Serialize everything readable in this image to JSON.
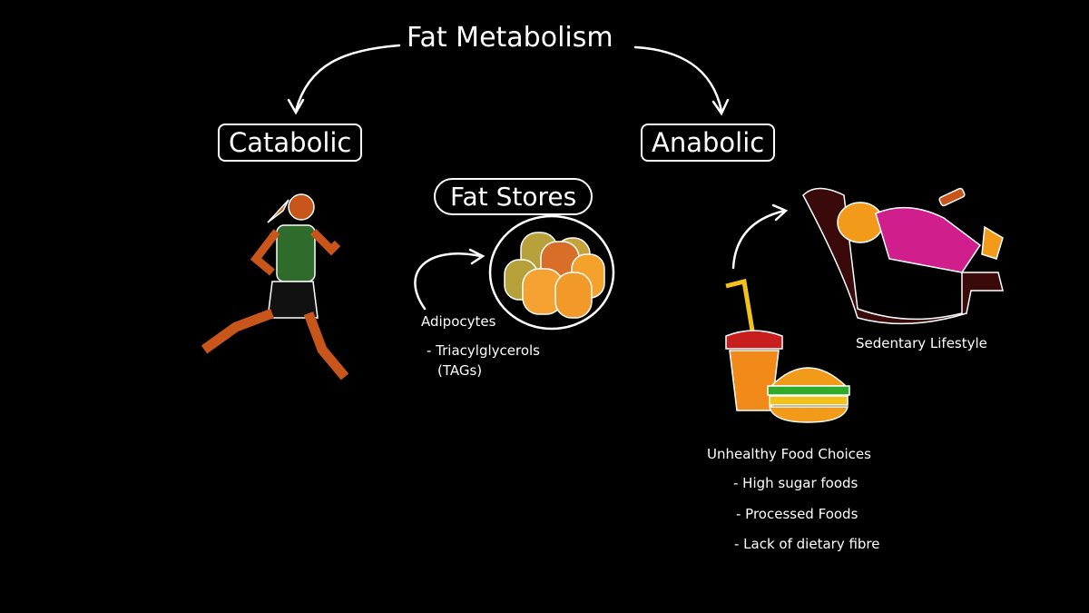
{
  "title": "Fat Metabolism",
  "branches": {
    "catabolic": "Catabolic",
    "anabolic": "Anabolic"
  },
  "fat_stores": {
    "label": "Fat Stores",
    "cell_type": "Adipocytes",
    "contents": "- Triacylglycerols",
    "contents_abbr": "(TAGs)"
  },
  "anabolic_causes": {
    "lifestyle": "Sedentary Lifestyle",
    "food_heading": "Unhealthy Food Choices",
    "food_items": [
      "- High sugar foods",
      "- Processed Foods",
      "- Lack of dietary fibre"
    ]
  },
  "colors": {
    "background": "#000000",
    "ink": "#ffffff",
    "runner_skin": "#c8561a",
    "fat_cell": "#f2a22c",
    "couch": "#3a0a0a",
    "shirt": "#d01e8c"
  }
}
